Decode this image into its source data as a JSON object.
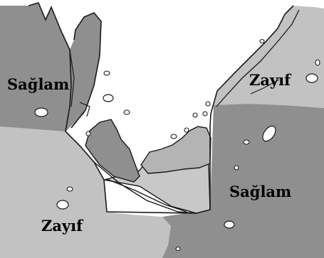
{
  "labels": {
    "upper_left": "Sağlam",
    "upper_right": "Zayıf",
    "lower_left": "Zayıf",
    "lower_right": "Sağlam"
  },
  "colors": {
    "background": "#ffffff",
    "strong_rock": "#8f8f8f",
    "weak_rock": "#c2c2c2",
    "outline": "#1a1a1a"
  }
}
